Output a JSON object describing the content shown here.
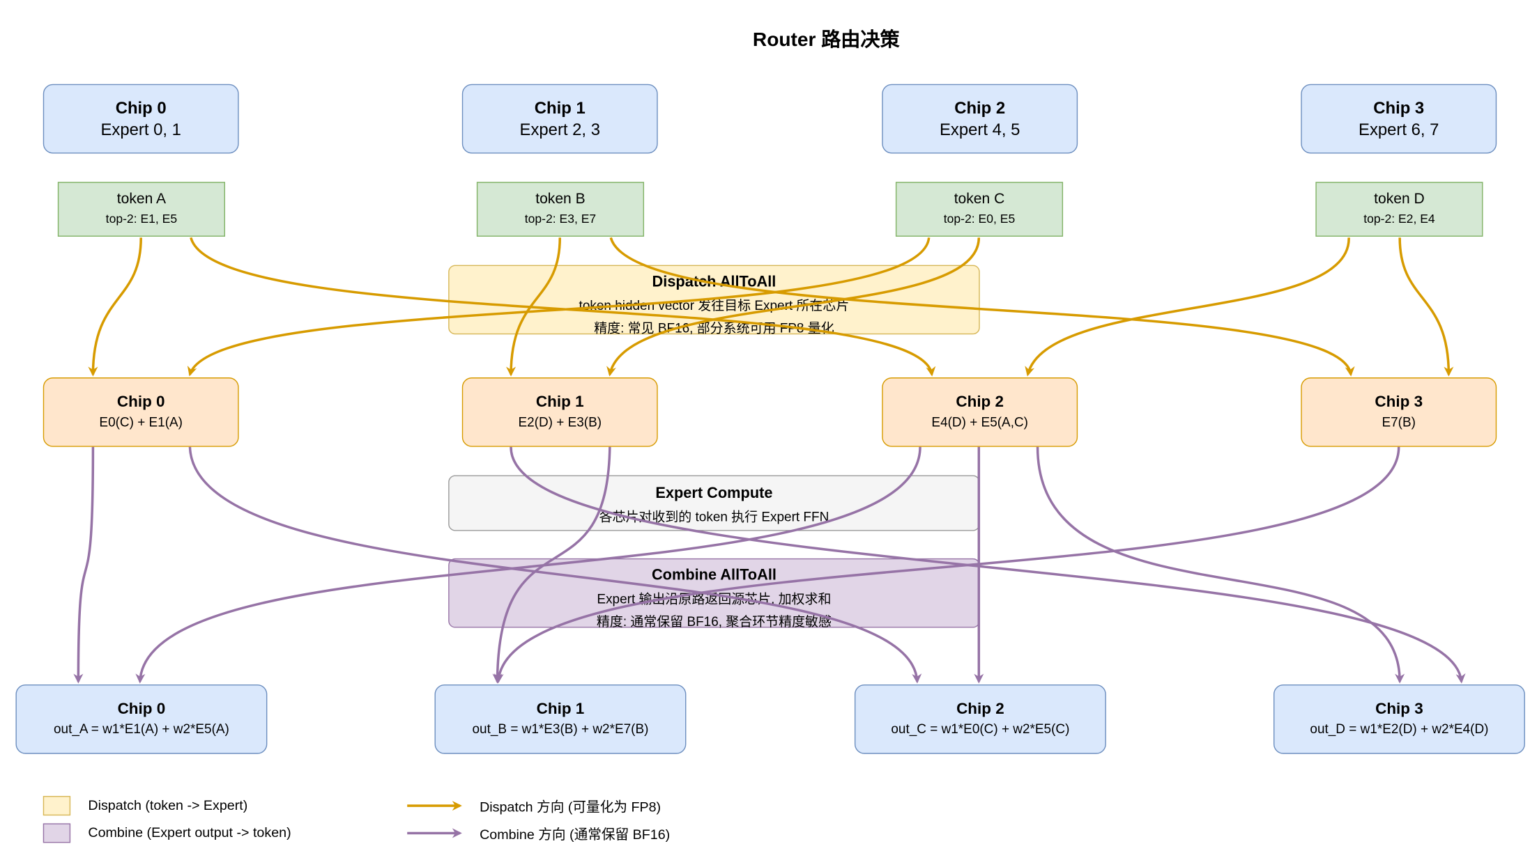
{
  "title": "Router 路由决策",
  "top_chips": [
    {
      "name": "Chip 0",
      "experts": "Expert 0, 1"
    },
    {
      "name": "Chip 1",
      "experts": "Expert 2, 3"
    },
    {
      "name": "Chip 2",
      "experts": "Expert 4, 5"
    },
    {
      "name": "Chip 3",
      "experts": "Expert 6, 7"
    }
  ],
  "tokens": [
    {
      "name": "token A",
      "route": "top-2: E1, E5"
    },
    {
      "name": "token B",
      "route": "top-2: E3, E7"
    },
    {
      "name": "token C",
      "route": "top-2: E0, E5"
    },
    {
      "name": "token D",
      "route": "top-2: E2, E4"
    }
  ],
  "dispatch_stage": {
    "title": "Dispatch AllToAll",
    "line1": "token hidden vector 发往目标 Expert 所在芯片",
    "line2": "精度: 常见 BF16, 部分系统可用 FP8 量化"
  },
  "mid_chips": [
    {
      "name": "Chip 0",
      "compute": "E0(C) + E1(A)"
    },
    {
      "name": "Chip 1",
      "compute": "E2(D) + E3(B)"
    },
    {
      "name": "Chip 2",
      "compute": "E4(D) + E5(A,C)"
    },
    {
      "name": "Chip 3",
      "compute": "E7(B)"
    }
  ],
  "compute_stage": {
    "title": "Expert Compute",
    "line1": "各芯片对收到的 token 执行 Expert FFN"
  },
  "combine_stage": {
    "title": "Combine AllToAll",
    "line1": "Expert 输出沿原路返回源芯片, 加权求和",
    "line2": "精度: 通常保留 BF16, 聚合环节精度敏感"
  },
  "bottom_chips": [
    {
      "name": "Chip 0",
      "output": "out_A = w1*E1(A) + w2*E5(A)"
    },
    {
      "name": "Chip 1",
      "output": "out_B = w1*E3(B) + w2*E7(B)"
    },
    {
      "name": "Chip 2",
      "output": "out_C = w1*E0(C) + w2*E5(C)"
    },
    {
      "name": "Chip 3",
      "output": "out_D = w1*E2(D) + w2*E4(D)"
    }
  ],
  "legend": {
    "dispatch_box": "Dispatch (token -> Expert)",
    "combine_box": "Combine (Expert output -> token)",
    "dispatch_arrow": "Dispatch 方向 (可量化为 FP8)",
    "combine_arrow": "Combine 方向 (通常保留 BF16)"
  },
  "colors": {
    "dispatch_arrow": "#d79b00",
    "combine_arrow": "#9673a6",
    "chip_fill": "#dae8fc",
    "token_fill": "#d5e8d4",
    "expert_chip_fill": "#ffe6cc",
    "dispatch_fill": "#fff2cc",
    "combine_fill": "#e1d5e7",
    "compute_fill": "#f5f5f5"
  }
}
